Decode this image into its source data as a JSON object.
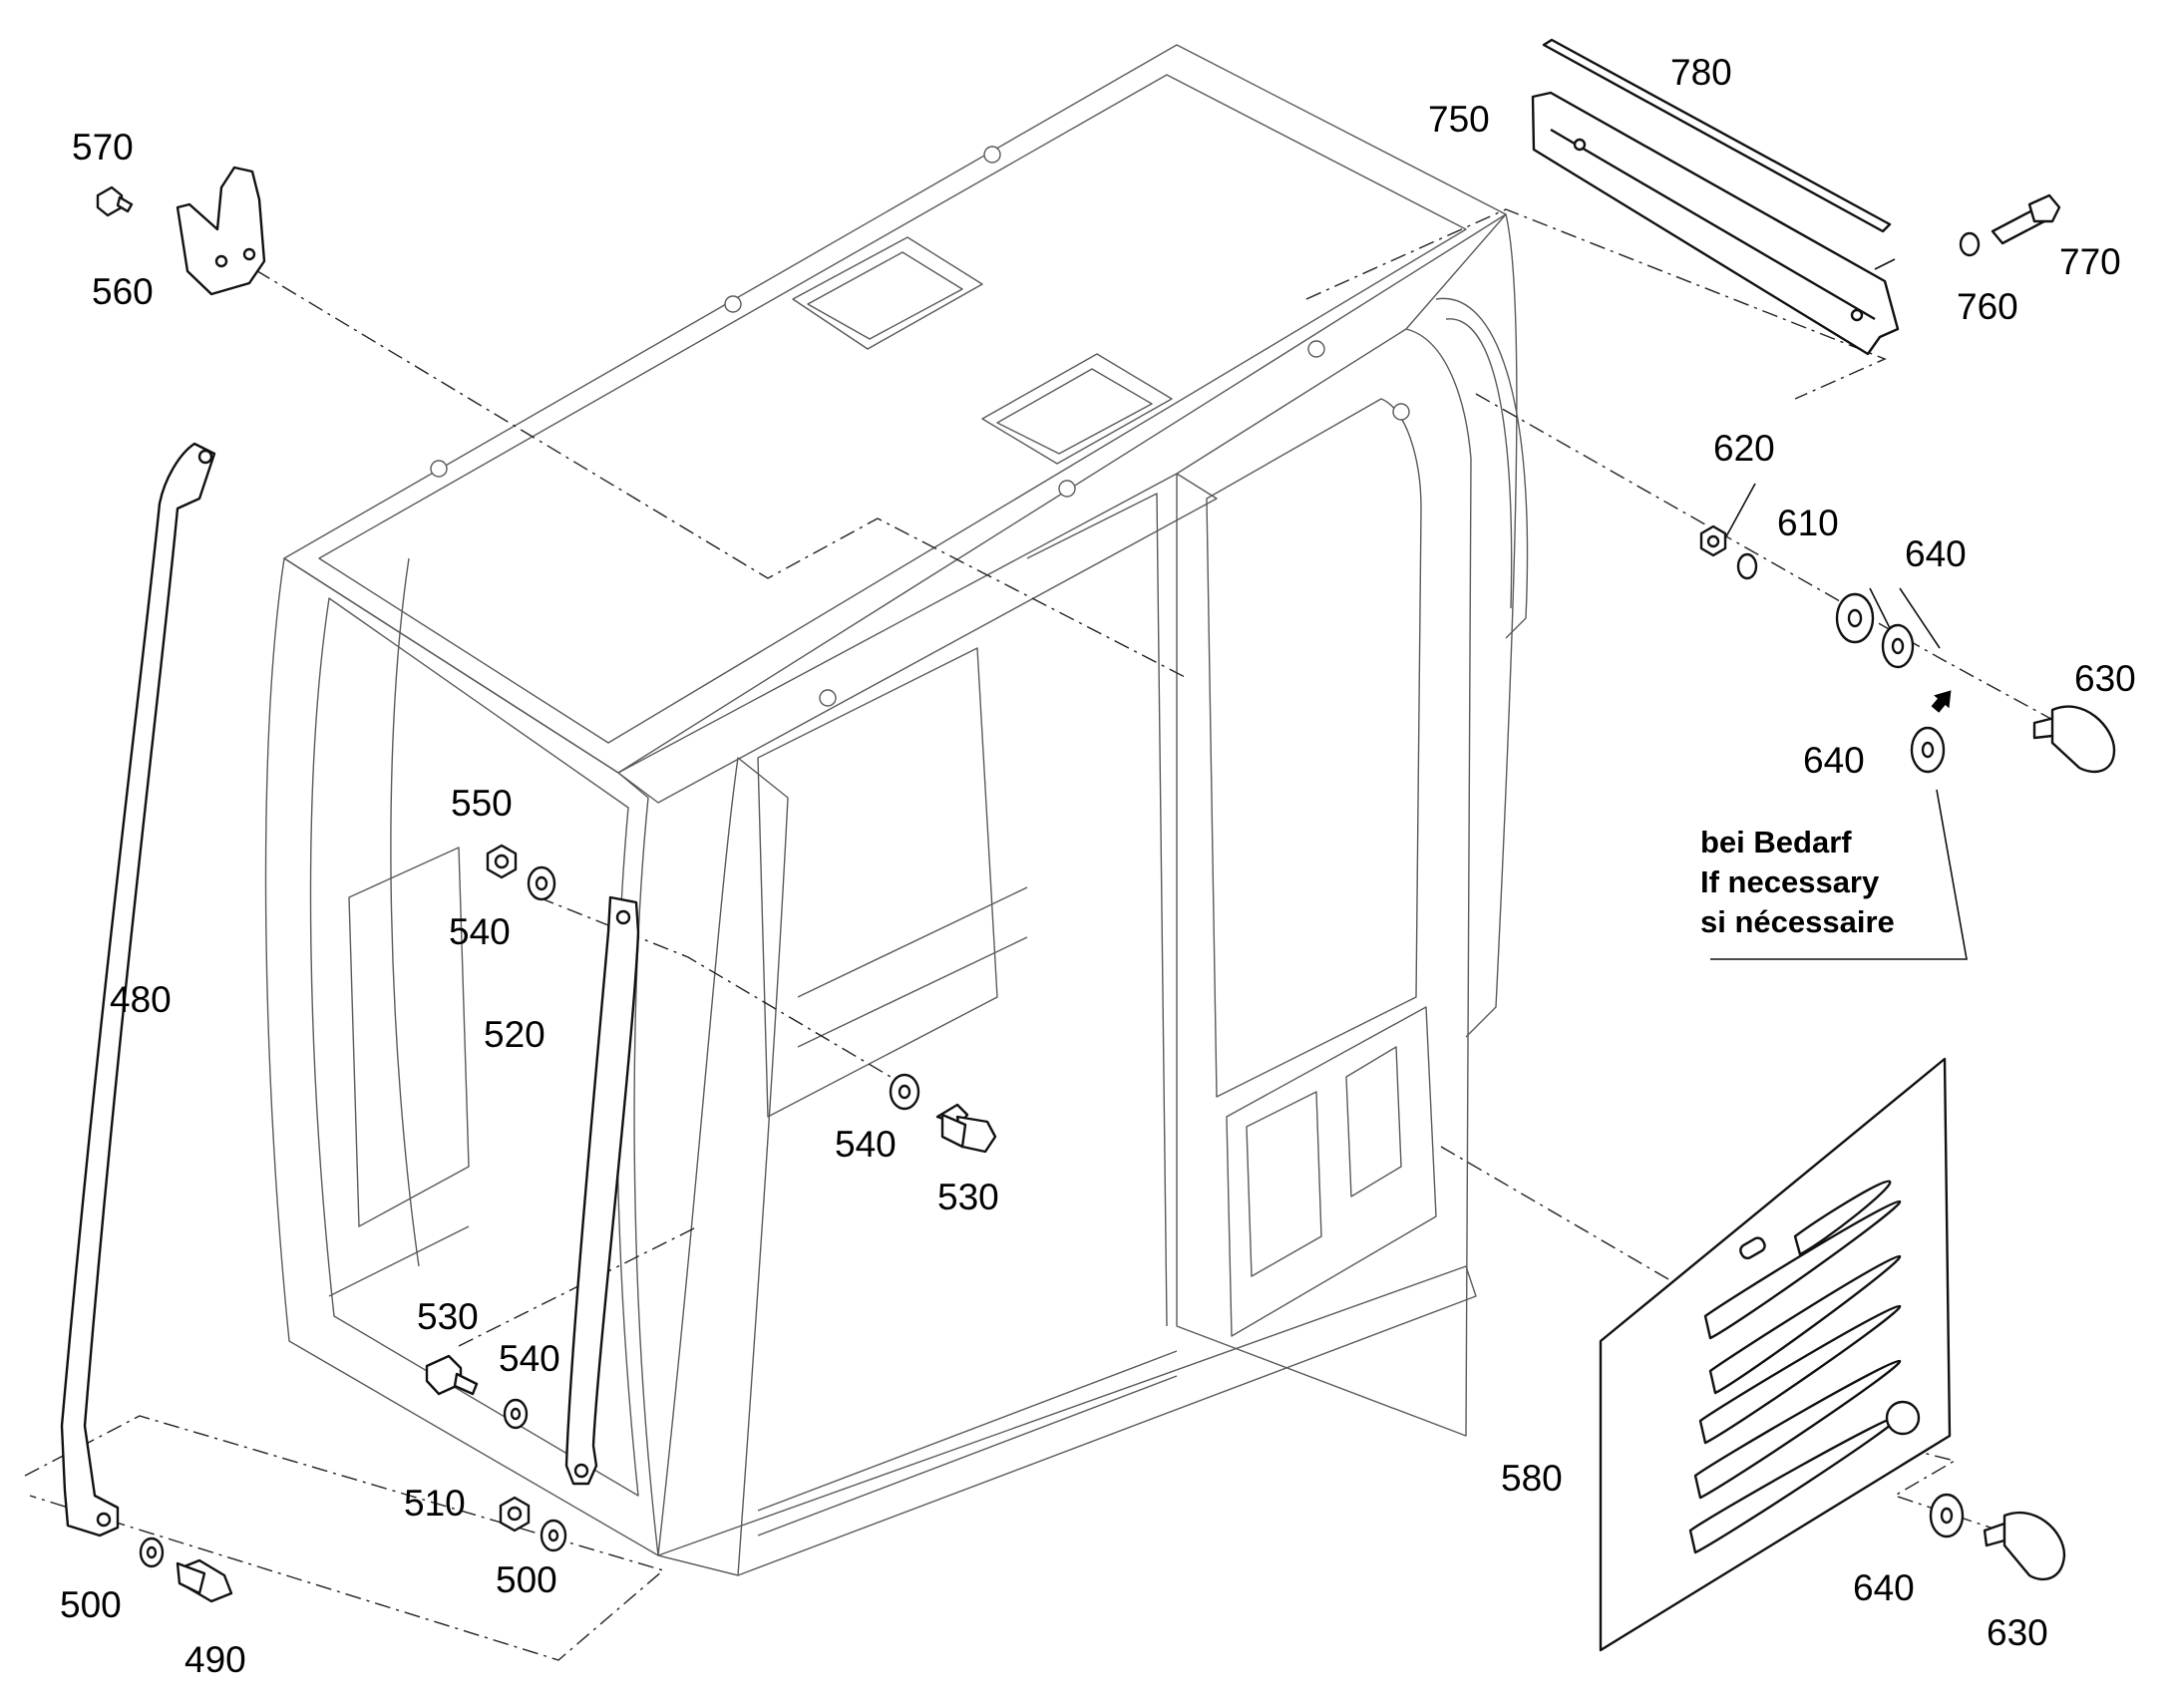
{
  "labels": {
    "l480": "480",
    "l490": "490",
    "l500a": "500",
    "l500b": "500",
    "l510": "510",
    "l520": "520",
    "l530a": "530",
    "l530b": "530",
    "l540a": "540",
    "l540b": "540",
    "l540c": "540",
    "l550": "550",
    "l560": "560",
    "l570": "570",
    "l580": "580",
    "l610": "610",
    "l620": "620",
    "l630a": "630",
    "l630b": "630",
    "l640a": "640",
    "l640b": "640",
    "l640c": "640",
    "l750": "750",
    "l760": "760",
    "l770": "770",
    "l780": "780"
  },
  "note": {
    "line1": "bei Bedarf",
    "line2": "If necessary",
    "line3": "si nécessaire"
  }
}
